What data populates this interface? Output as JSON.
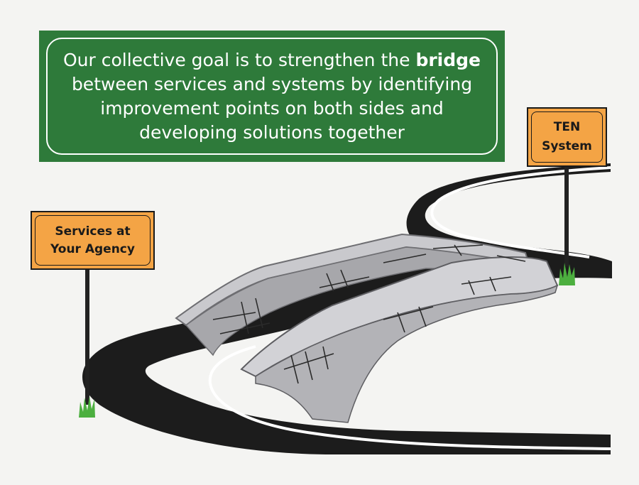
{
  "banner": {
    "text_before": "Our collective goal is to strengthen the ",
    "text_bold": "bridge",
    "text_after": " between services and systems by identifying improvement points on both sides and developing solutions together"
  },
  "signs": {
    "left": {
      "line1": "Services at",
      "line2": "Your Agency"
    },
    "right": {
      "line1": "TEN",
      "line2": "System"
    }
  },
  "colors": {
    "banner_green": "#2e7a3a",
    "sign_orange": "#f4a445",
    "road": "#1c1c1c",
    "bridge_gray": "#b9b9bd",
    "grass": "#4caf3f"
  }
}
